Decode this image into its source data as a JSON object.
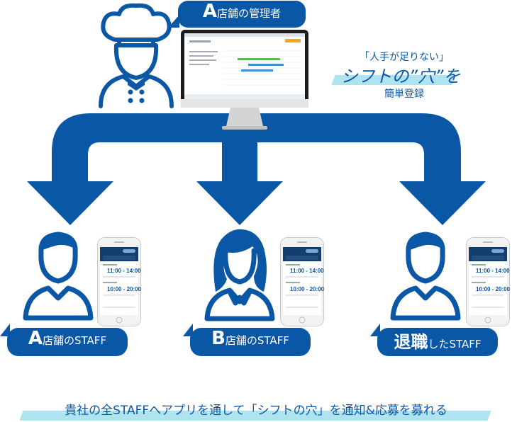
{
  "manager_badge": {
    "big": "A",
    "small": "店舗の管理者"
  },
  "tagline": {
    "line1": "「人手が足りない」",
    "line2": "シフトの”穴”を",
    "line3": "簡単登録"
  },
  "staff": [
    {
      "big": "A",
      "small": "店舗のSTAFF"
    },
    {
      "big": "B",
      "small": "店舗のSTAFF"
    },
    {
      "big": "退職",
      "small": "したSTAFF"
    }
  ],
  "phone": {
    "time1": "11:00 - 14:00",
    "time2": "10:00 - 20:00"
  },
  "footer": "貴社の全STAFFへアプリを通して「シフトの穴」を通知&応募を募れる",
  "colors": {
    "primary": "#0a57a6",
    "accent": "#aee3ef",
    "dark": "#123f6e"
  }
}
